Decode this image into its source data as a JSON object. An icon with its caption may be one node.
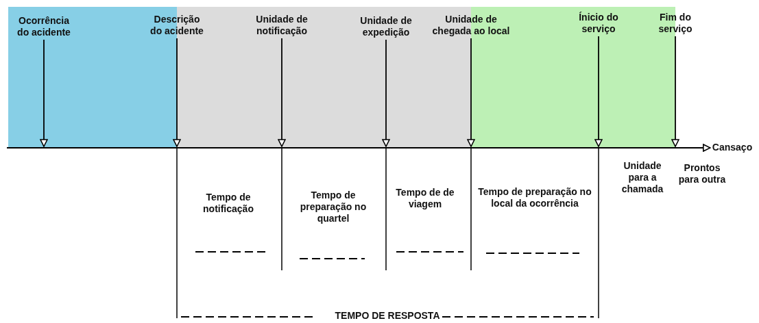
{
  "diagram": {
    "nodes": [
      {
        "text": [
          "Ocorrência do acidente"
        ]
      },
      {
        "text": [
          "Descrição do acidente"
        ]
      },
      {
        "text": [
          "Unidade de notificação"
        ]
      },
      {
        "text": [
          "Unidade de expedição"
        ]
      },
      {
        "text": [
          "Unidade de chegada ao local"
        ]
      },
      {
        "text": [
          "Ínicio do serviço"
        ]
      },
      {
        "text": [
          "Fim do serviço"
        ]
      },
      {
        "text": [],
        "shape": "bar"
      },
      {
        "text": [
          "Cansaço"
        ]
      }
    ],
    "edges": [
      {
        "from": 0,
        "to": 7,
        "arrow": "to"
      },
      {
        "from": 1,
        "to": 7,
        "arrow": "to"
      },
      {
        "from": 2,
        "to": 7,
        "arrow": "to"
      },
      {
        "from": 3,
        "to": 7,
        "arrow": "to"
      },
      {
        "from": 4,
        "to": 7,
        "arrow": "to"
      },
      {
        "from": 5,
        "to": 7,
        "arrow": "to"
      },
      {
        "from": 6,
        "to": 7,
        "arrow": "to"
      },
      {
        "from": 7,
        "to": 8,
        "arrow": "to"
      }
    ],
    "labels": [
      "Unidade para a chamada",
      "Prontos para outra",
      "Tempo de notificação",
      "Tempo de preparação no quartel",
      "Tempo de de viagem",
      "Tempo de preparação no local da ocorrência",
      "TEMPO DE RESPOSTA"
    ]
  }
}
